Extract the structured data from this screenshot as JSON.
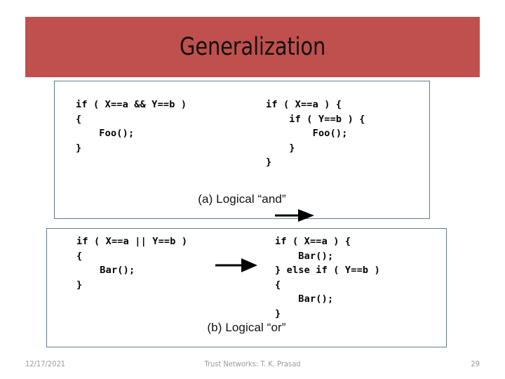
{
  "slide": {
    "title": "Generalization",
    "banner_color": "#c0504d",
    "background_color": "#ffffff"
  },
  "figures": [
    {
      "id": "a",
      "caption": "(a) Logical “and”",
      "border_color": "#5f7c85",
      "arrow_icon": "right-arrow-icon",
      "before_code": "if ( X==a && Y==b )\n{\n    Foo();\n}",
      "after_code": "if ( X==a ) {\n    if ( Y==b ) {\n        Foo();\n    }\n}"
    },
    {
      "id": "b",
      "caption": "(b) Logical “or”",
      "border_color": "#5f7c85",
      "arrow_icon": "right-arrow-icon",
      "before_code": "if ( X==a || Y==b )\n{\n    Bar();\n}",
      "after_code": "if ( X==a ) {\n    Bar();\n} else if ( Y==b )\n{\n    Bar();\n}"
    }
  ],
  "footer": {
    "date": "12/17/2021",
    "center": "Trust Networks: T. K. Prasad",
    "page_number": "29",
    "text_color": "#9a9a9a"
  }
}
